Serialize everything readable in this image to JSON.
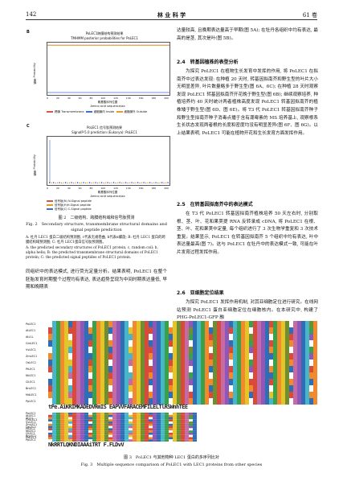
{
  "header": {
    "page_number": "142",
    "journal": "林 业 科 学",
    "volume": "61 卷"
  },
  "figure2": {
    "panel_b": {
      "tag": "B",
      "title_cn": "PoLEC1跨膜结构预测结果",
      "title_en": "TMHMM posterior probabilities for PoLEC1",
      "ylabel": "概率 Probability",
      "xlabel_cn": "氨基酸序列位置",
      "xlabel_en": "Amino acid sequence/aa",
      "ticks_x": [
        "0",
        "20",
        "40",
        "60",
        "80",
        "100",
        "120",
        "140",
        "160",
        "180",
        "200"
      ],
      "ticks_y": [
        "0",
        "0.2",
        "0.4",
        "0.6",
        "0.8",
        "1.0"
      ],
      "legend": [
        "跨膜 Transmembrane",
        "细胞膜内 Inside",
        "细胞膜外 Outside"
      ]
    },
    "panel_c": {
      "tag": "C",
      "title_cn": "PoLEC1 信号肽预测结果",
      "title_en": "SignalP-5.0 prediction (Eukarya): PoLEC1",
      "ylabel": "概率 Probability",
      "xlabel_cn": "氨基酸序列位置",
      "xlabel_en": "Amino acid sequence/aa",
      "ticks_x": [
        "0",
        "20",
        "40",
        "60",
        "80",
        "100",
        "120",
        "140",
        "160",
        "180",
        "200"
      ],
      "ticks_y": [
        "0",
        "0.2",
        "0.4",
        "0.6",
        "0.8",
        "1.0"
      ],
      "legend": [
        "信号肽(N) N-Signal peptide",
        "信号肽(H)H-Signal peptide",
        "信号肽(C) C-Signal peptide"
      ]
    },
    "caption_cn": "图 2　二级结构、跨膜结构域和信号肽预测",
    "caption_en": "Fig. 2　Secondary structure, transmembrane structural domains and signal peptide prediction",
    "notes_cn": "A: 杜丹 LEC1 蛋白二级结构预测图, c代表无规卷曲, h代表α螺旋; B: 杜丹 LEC1 蛋白的跨膜结构域预测图; C: 杜丹 LEC1蛋白信号肽预测图。",
    "notes_en": "A: the predicted secondary structures of PoLEC1 protein, c, random coil; h, alpha helix; B: the predicted transmembrane structural domains of PoLEC1 protein; C: the predicted signal peptides of PoLEC1 protein."
  },
  "left_para": "同组织中的表达模式, 进行荧光定量分析。结果表明, PoLEC1 在整个胚胎发育时期整个过程均有表达, 表达趋势呈现为中间时期表达量低, 早期和晚期表",
  "right_col": {
    "para_top": "达量较高, 且晚期表达量高于早期(图 5A); 在牡丹各组织中均有表达, 最高的是茎, 其次是叶(图 5B)。",
    "sec24_heading": "2.4　转基因植株的表型分析",
    "sec24_text": "为探究 PoLEC1 在植物生长发育中发挥的作用, 将 PoLEC1 在拟南芥中过表达发现: 在种植 20 天时, 转基因拟南芥和野生型的叶片大小无明显差异, 叶片数量略多于野生型(图 6A、6C); 在种植 28 天时观察发现 PoLEC1 转基因拟南芥开花晚于野生型(图 6B); 继续观察培养, 种植培养约 40 天时统计两者植株高度发现 PoLEC1 转基因拟南芥的植株矮于野生型(图 6D、图 6E)。将 T3 代 PoLEC1 转基因拟南芥种子和野生型拟南芥种子消毒点播于含有潮霉素的 MS 培养基上, 观察根系生长状态发现两者根的长度和密度均没有明显差异(图 6F、图 6G)。以上结果表明, PoLEC1 可能在植物开花和生长发育方面发挥作用。",
    "sec25_heading": "2.5　在转基因拟南芥中的表达模式",
    "sec25_text": "在 T3 代 PoLEC1 转基因拟南芥植株培养 50 天左右时, 分别取根、茎、叶、花和果荚提 RNA 反转录成 cDNA, 将 PoLEC1 在根、茎、叶、花和果荚中定量, 每个组织进行了 3 次生物学重复和 3 次技术重复。结果显示, PoLEC1 在转基因拟南芥 5 个组织中均有表达, 叶中表达量最高(图 7)。这与 PoLEC1 在牡丹中的表达模式一致, 可能在叶片发育过程发挥作用。",
    "sec26_heading": "2.6　亚细胞定位结果",
    "sec26_text": "为探究 PoLEC1 发挥作用机制, 对其亚细胞定位进行研究。在线网站预测 PoLEC1 蛋白亚细胞定位在细胞核内。在本研究中, 构建了 PHG-PoLEC1-GFP 融"
  },
  "figure3": {
    "species": [
      "PoLEC1",
      "AtLEC1",
      "AtL1L",
      "GmLEC1",
      "VvLEC1",
      "ZmLEC1",
      "OsLEC1",
      "PtLEC1",
      "NtLEC1",
      "ClLEC1",
      "BnLEC1",
      "MdLEC1",
      "PpLEC1"
    ],
    "consensus_line1": "tPe.AiKRIMKADEDVRmIS EAPVVFARACEMFILELTlRSWnhTEE",
    "consensus_line2": "NkRRTLQKNDIAAAiTRT F.FLDvV",
    "caption_cn": "图 3　PoLEC1 与其他物种 LEC1 蛋白的多序列比对",
    "caption_en": "Fig. 3　Multiple sequence comparison of PoLEC1 with LEC1 proteins from other species"
  }
}
